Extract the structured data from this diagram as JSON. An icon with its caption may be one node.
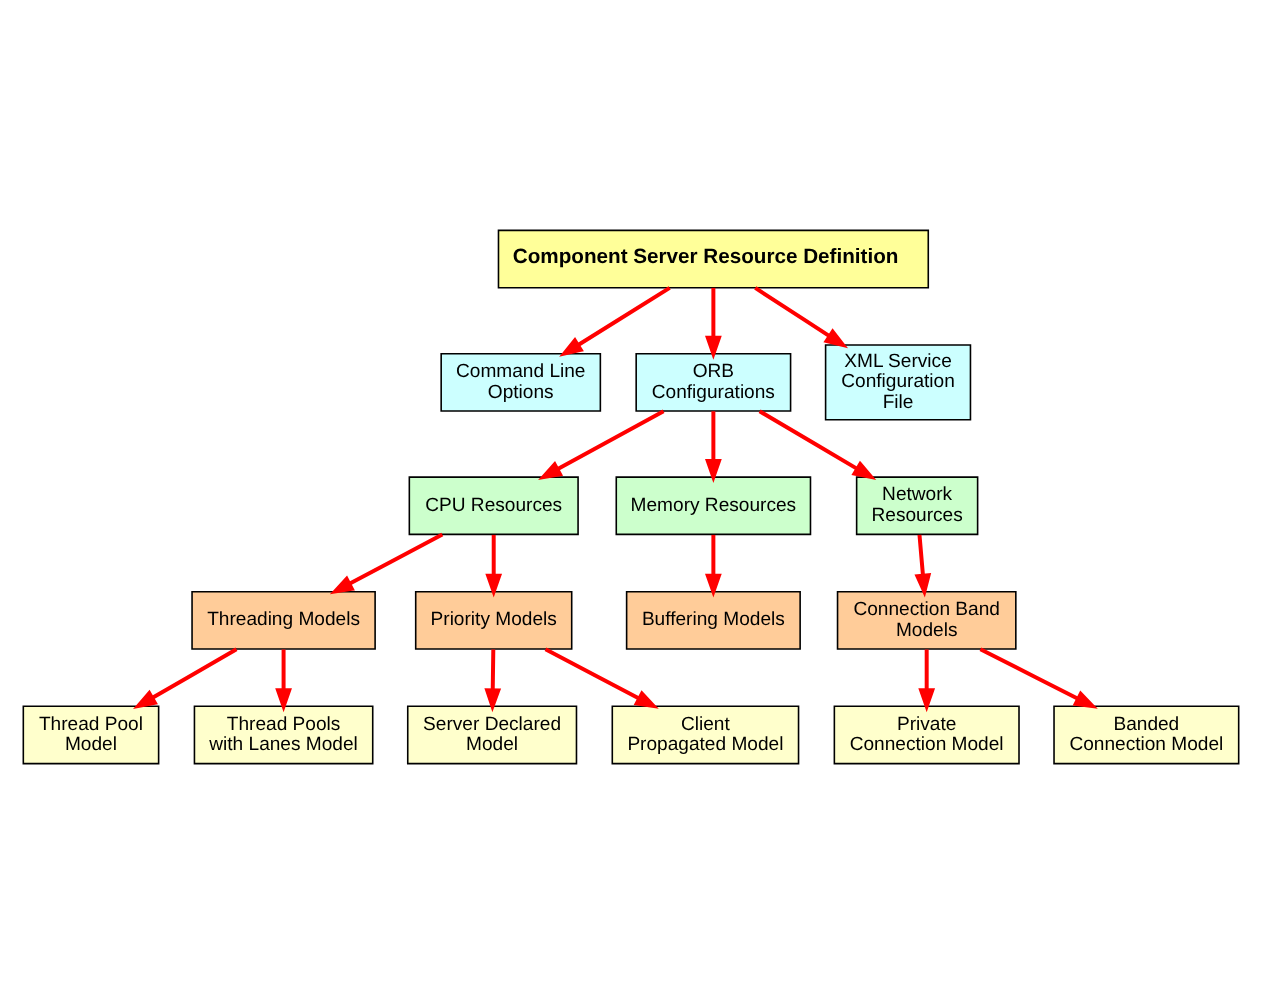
{
  "diagram": {
    "nodes": [
      {
        "text": [
          "Component Server Resource Definition"
        ]
      },
      {
        "text": [
          "Command Line Options"
        ]
      },
      {
        "text": [
          "ORB Configurations"
        ]
      },
      {
        "text": [
          "XML Service Configuration File"
        ]
      },
      {
        "text": [
          "CPU Resources"
        ]
      },
      {
        "text": [
          "Memory Resources"
        ]
      },
      {
        "text": [
          "Network Resources"
        ]
      },
      {
        "text": [
          "Threading Models"
        ]
      },
      {
        "text": [
          "Priority Models"
        ]
      },
      {
        "text": [
          "Buffering Models"
        ]
      },
      {
        "text": [
          "Connection Band Models"
        ]
      },
      {
        "text": [
          "Thread Pool Model"
        ]
      },
      {
        "text": [
          "Thread Pools with Lanes Model"
        ]
      },
      {
        "text": [
          "Server Declared Model"
        ]
      },
      {
        "text": [
          "Client Propagated Model"
        ]
      },
      {
        "text": [
          "Private Connection Model"
        ]
      },
      {
        "text": [
          "Banded Connection Model"
        ]
      }
    ],
    "edges": [
      {
        "from": 0,
        "to": 1,
        "arrow": "to"
      },
      {
        "from": 0,
        "to": 2,
        "arrow": "to"
      },
      {
        "from": 0,
        "to": 3,
        "arrow": "to"
      },
      {
        "from": 2,
        "to": 4,
        "arrow": "to"
      },
      {
        "from": 2,
        "to": 5,
        "arrow": "to"
      },
      {
        "from": 2,
        "to": 6,
        "arrow": "to"
      },
      {
        "from": 4,
        "to": 7,
        "arrow": "to"
      },
      {
        "from": 4,
        "to": 8,
        "arrow": "to"
      },
      {
        "from": 5,
        "to": 9,
        "arrow": "to"
      },
      {
        "from": 6,
        "to": 10,
        "arrow": "to"
      },
      {
        "from": 7,
        "to": 11,
        "arrow": "to"
      },
      {
        "from": 7,
        "to": 12,
        "arrow": "to"
      },
      {
        "from": 8,
        "to": 13,
        "arrow": "to"
      },
      {
        "from": 8,
        "to": 14,
        "arrow": "to"
      },
      {
        "from": 10,
        "to": 15,
        "arrow": "to"
      },
      {
        "from": 10,
        "to": 16,
        "arrow": "to"
      }
    ]
  }
}
